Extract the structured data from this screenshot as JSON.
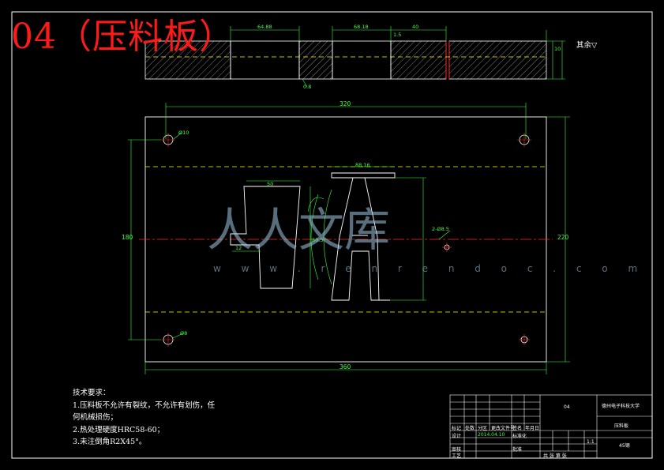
{
  "drawing": {
    "title": "04（压料板）",
    "roughness_note": "其余▽",
    "technical_requirements": {
      "heading": "技术要求：",
      "items": [
        "1.压料板不允许有裂纹，不允许有划伤，任",
        "何机械损伤；",
        "2.热处理硬度HRC58-60；",
        "3.未注倒角R2X45°。"
      ]
    },
    "dimensions": {
      "top_view": [
        "64.88",
        "68.18",
        "40",
        "1.5",
        "10",
        "0.8"
      ],
      "front_view": [
        "320",
        "360",
        "220",
        "180",
        "80.5",
        "50",
        "88.16",
        "Ø8",
        "Ø10",
        "2-Ø8.5",
        "12"
      ]
    },
    "title_block": {
      "university": "德州电子科技大学",
      "part_name": "压料板",
      "drawing_no": "04",
      "material": "45钢",
      "scale": "1:1",
      "sheet": "共  张  第  张",
      "date": "2014.04.10",
      "row_labels": [
        "标记",
        "处数",
        "分区",
        "更改文件号",
        "签名",
        "年月日",
        "设计",
        "标准化",
        "审核",
        "工艺",
        "批准"
      ]
    },
    "watermark": {
      "text": "人人文库",
      "url": "w w w . r e n r e n d o c . c o m"
    }
  }
}
